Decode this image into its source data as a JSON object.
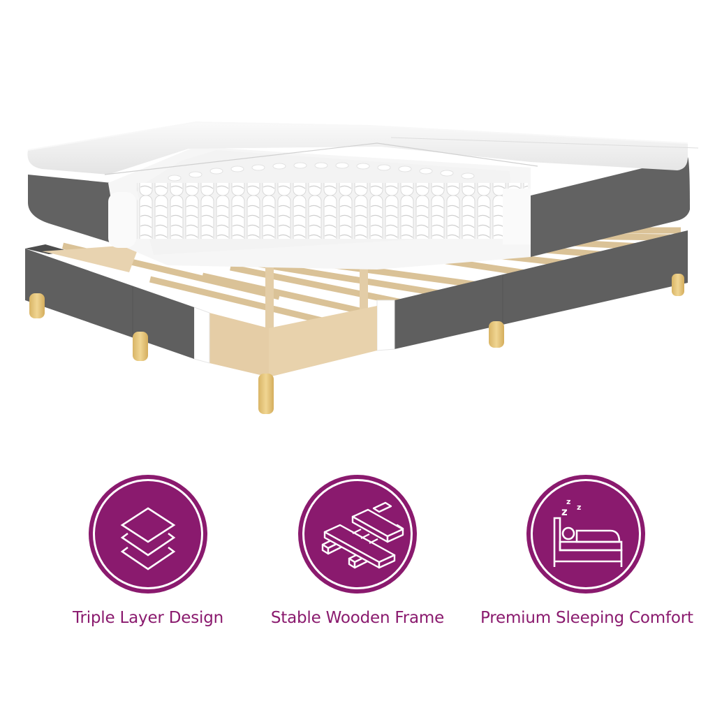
{
  "product_image": {
    "subject": "Box spring bed cutaway with mattress topper, pocket spring mattress and slatted wooden frame",
    "colors": {
      "fabric": "#606060",
      "topper": "#f2f2f2",
      "wood": "#e8cfa2",
      "legs": "#e6c47a",
      "spring": "#ffffff"
    }
  },
  "features": [
    {
      "icon": "layers-icon",
      "label": "Triple Layer Design"
    },
    {
      "icon": "wooden-slats-icon",
      "label": "Stable Wooden Frame"
    },
    {
      "icon": "sleeping-bed-icon",
      "label": "Premium Sleeping Comfort"
    }
  ],
  "colors": {
    "accent": "#8a1a6e",
    "background": "#ffffff"
  }
}
